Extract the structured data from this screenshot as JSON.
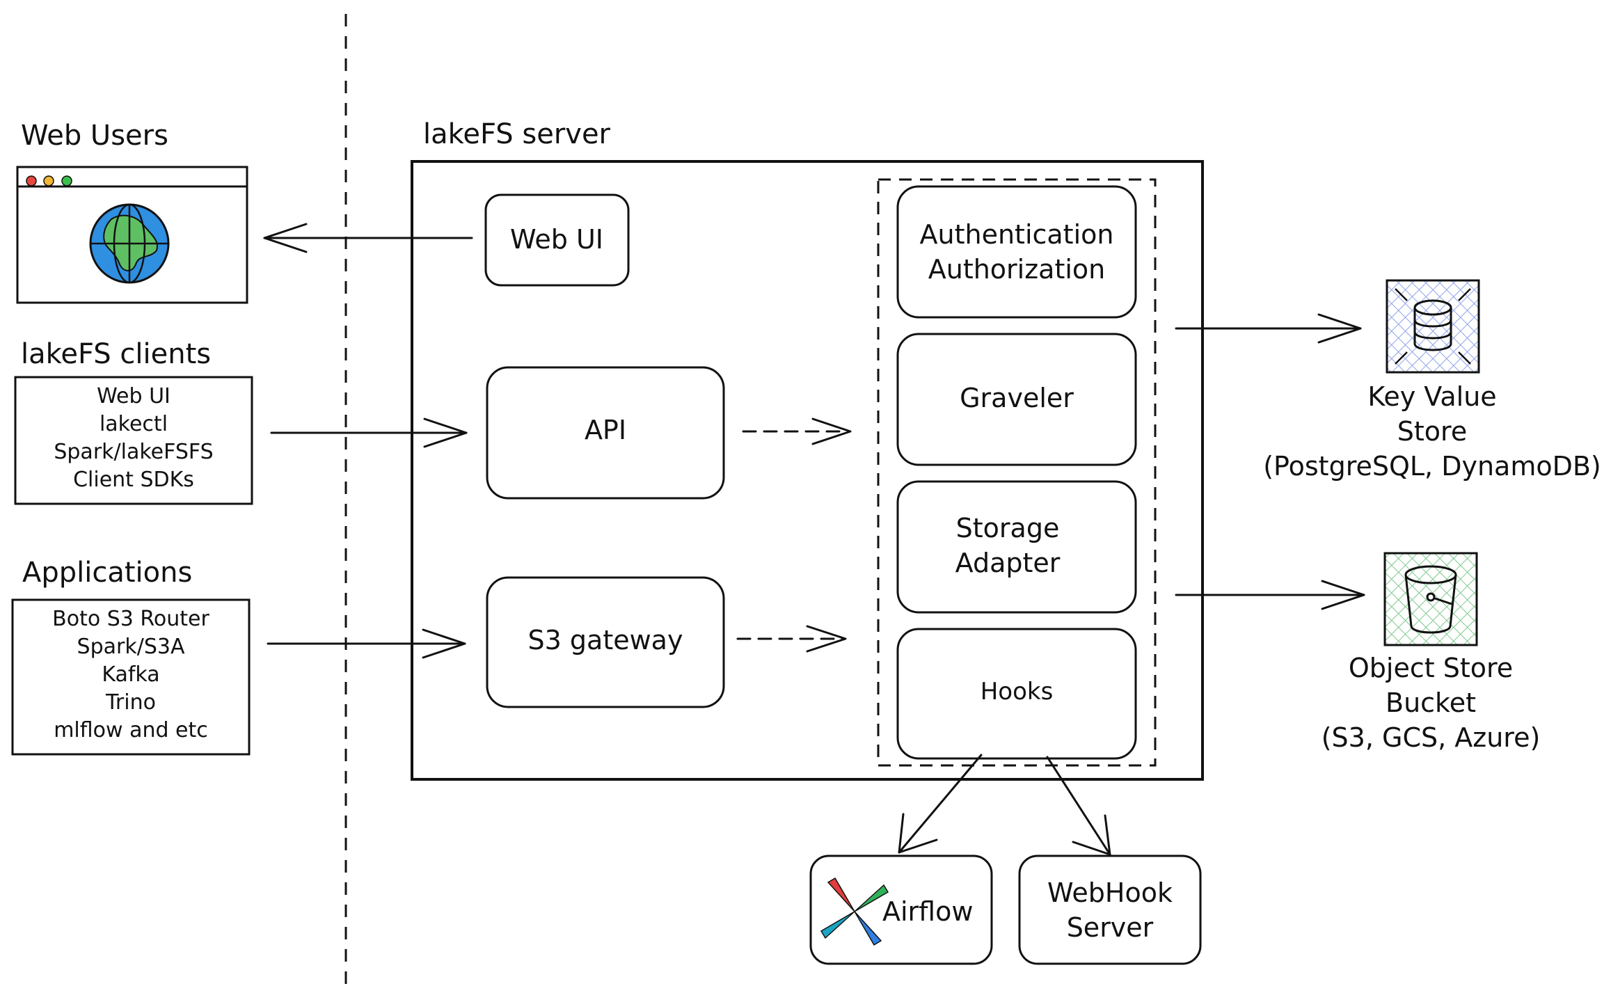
{
  "clients": {
    "web_users": {
      "heading": "Web Users"
    },
    "lakefs_clients": {
      "heading": "lakeFS clients",
      "items": [
        "Web UI",
        "lakectl",
        "Spark/lakeFSFS",
        "Client SDKs"
      ]
    },
    "applications": {
      "heading": "Applications",
      "items": [
        "Boto S3 Router",
        "Spark/S3A",
        "Kafka",
        "Trino",
        "mlflow and etc"
      ]
    }
  },
  "server": {
    "title": "lakeFS server",
    "web_ui": "Web UI",
    "api": "API",
    "s3_gateway": "S3 gateway",
    "modules": {
      "auth_line1": "Authentication",
      "auth_line2": "Authorization",
      "graveler": "Graveler",
      "storage_line1": "Storage",
      "storage_line2": "Adapter",
      "hooks": "Hooks"
    }
  },
  "stores": {
    "kv": {
      "line1": "Key Value",
      "line2": "Store",
      "line3": "(PostgreSQL, DynamoDB)"
    },
    "object": {
      "line1": "Object Store",
      "line2": "Bucket",
      "line3": "(S3, GCS, Azure)"
    }
  },
  "hook_targets": {
    "airflow": "Airflow",
    "webhook_line1": "WebHook",
    "webhook_line2": "Server"
  },
  "colors": {
    "ink": "#111111",
    "kv_hatch": "#8fa4e8",
    "object_hatch": "#7fc98c",
    "globe_ocean": "#2f8fe0",
    "globe_land": "#5fbf63",
    "dot_red": "#e8473f",
    "dot_yellow": "#f2b632",
    "dot_green": "#3cbf4d"
  }
}
